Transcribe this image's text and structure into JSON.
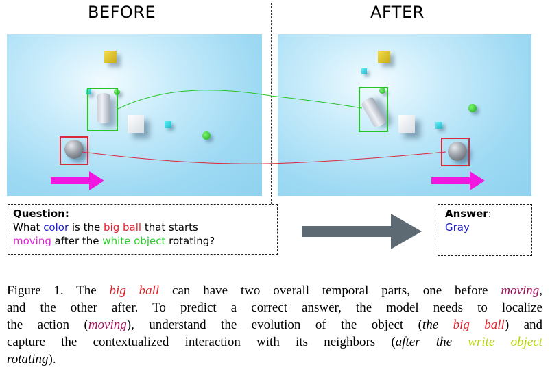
{
  "panels": {
    "before_label": "BEFORE",
    "after_label": "AFTER"
  },
  "question": {
    "label": "Question:",
    "line1_a": "What ",
    "line1_color": "color",
    "line1_b": " is the ",
    "line1_bigball": "big ball",
    "line1_c": " that starts",
    "line2_moving": "moving",
    "line2_a": " after the ",
    "line2_white": "white object",
    "line2_b": " rotating?"
  },
  "answer": {
    "label": "Answer",
    "colon": ":",
    "value": "Gray"
  },
  "caption": {
    "l1_a": "Figure 1.  The ",
    "l1_bigball": "big ball",
    "l1_b": " can have two overall temporal parts, one before ",
    "l1_moving": "moving",
    "l1_c": ",",
    "l2": "and the other after. To predict a correct answer, the model needs to localize",
    "l3_a": "the action (",
    "l3_moving": "moving",
    "l3_b": "), understand the evolution of the object (",
    "l3_the": "the ",
    "l3_bigball": "big ball",
    "l3_c": ") and",
    "l4_a": "capture the contextualized interaction with its neighbors (",
    "l4_after": "after the ",
    "l4_write": "write object",
    "l5_rotating": "rotating",
    "l5_end": ")."
  },
  "colors": {
    "green_box": "#27c427",
    "red_box": "#d92a3a",
    "pink_arrow": "#f018e0",
    "gray_arrow": "#5d6a74",
    "question_blue": "#1b1bd0",
    "question_red": "#e0202a",
    "question_magenta": "#e020d8",
    "question_green": "#2ccc2c"
  },
  "icons": {
    "motion_arrow": "magenta-right-arrow-icon",
    "flow_arrow": "gray-right-arrow-icon"
  }
}
